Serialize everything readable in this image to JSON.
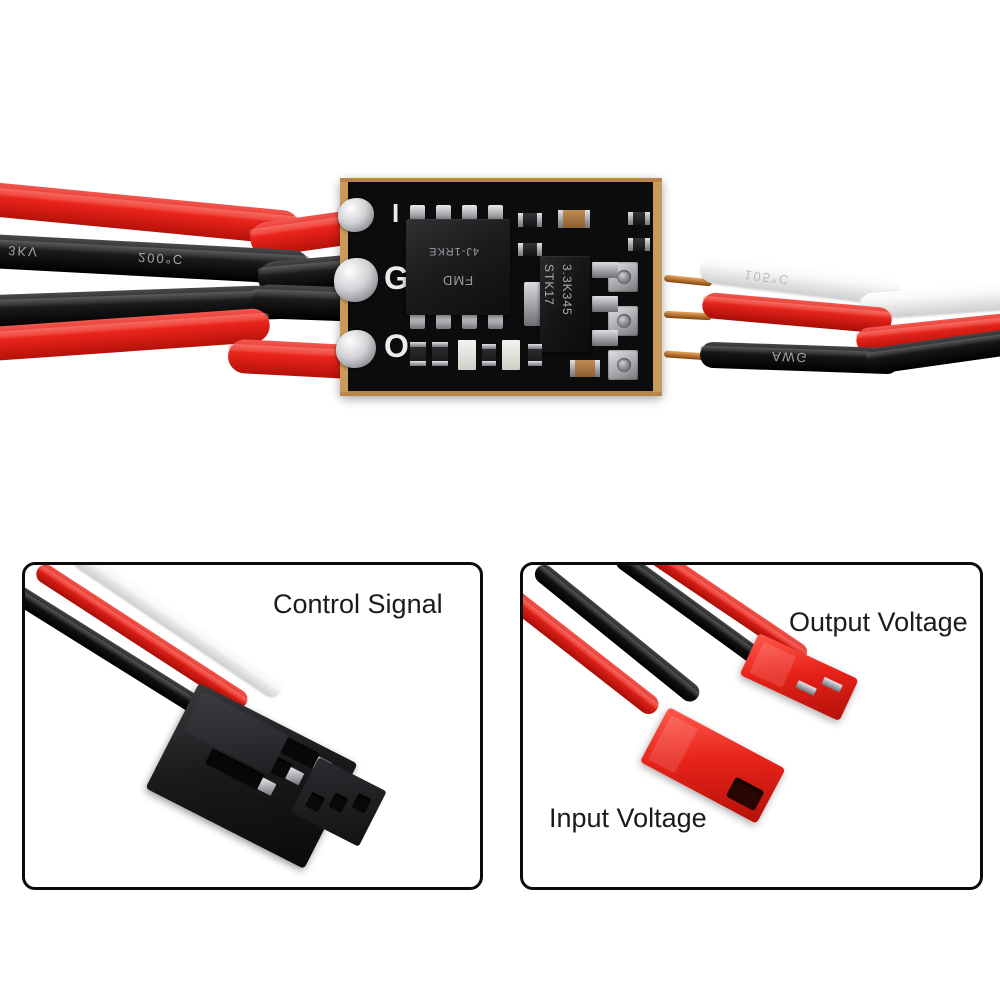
{
  "image": {
    "subject": "DC voltage regulator / electronic switch module with wire leads",
    "background_color": "#ffffff"
  },
  "pcb": {
    "board_color": "#0c0c0d",
    "edge_color": "#b8864a",
    "silkscreen": {
      "pin_labels": [
        "I",
        "G",
        "O"
      ],
      "label_color": "#ececec"
    },
    "ic": {
      "package": "SOP-8",
      "line1": "4J-1RKE",
      "line2": "FMD",
      "body_color": "#1b1b1d"
    },
    "regulator": {
      "package": "SOT-223",
      "line1": "STK17",
      "line2": "3.3K345",
      "body_color": "#151517"
    }
  },
  "wires": {
    "left": [
      {
        "color_name": "red",
        "hex": "#e8241b"
      },
      {
        "color_name": "black",
        "hex": "#18181a",
        "marking": "3KV"
      },
      {
        "color_name": "black",
        "hex": "#18181a",
        "marking": "200°C"
      },
      {
        "color_name": "red",
        "hex": "#e8241b"
      }
    ],
    "right": [
      {
        "color_name": "white",
        "hex": "#f2f2f2",
        "marking": "105°C"
      },
      {
        "color_name": "red",
        "hex": "#e02219"
      },
      {
        "color_name": "black",
        "hex": "#141416",
        "marking": "AWG"
      }
    ]
  },
  "panels": [
    {
      "id": "control-signal",
      "label": "Control Signal",
      "connector": "3-pin female Dupont / servo header",
      "connector_color": "#1a1a1c",
      "wire_colors": [
        "#141416",
        "#e02219",
        "#f2f2f2"
      ]
    },
    {
      "id": "voltage",
      "labels": [
        "Output Voltage",
        "Input Voltage"
      ],
      "output_label": "Output Voltage",
      "input_label": "Input Voltage",
      "connector": "JST-RCY 2-pin",
      "connector_color": "#e8231a",
      "wire_colors": [
        "#e02219",
        "#141416"
      ]
    }
  ]
}
